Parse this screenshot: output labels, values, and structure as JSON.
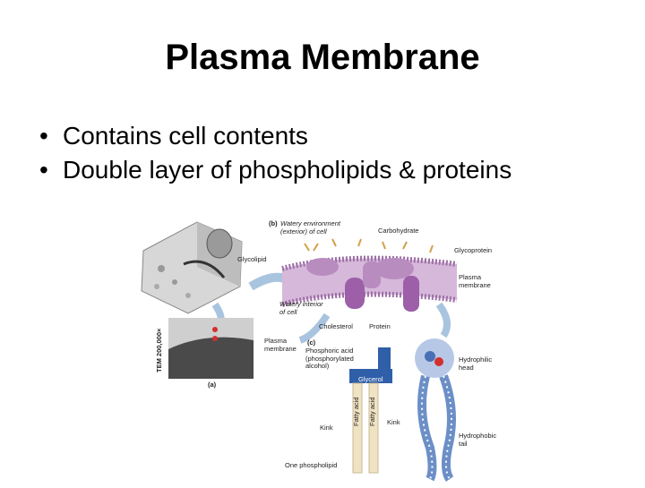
{
  "slide": {
    "title": "Plasma Membrane",
    "bullets": [
      "Contains cell contents",
      "Double layer of phospholipids & proteins"
    ]
  },
  "figure": {
    "labels": {
      "panel_b": "(b)",
      "watery_env": "Watery environment\n(exterior) of cell",
      "carbohydrate": "Carbohydrate",
      "glycoprotein": "Glycoprotein",
      "glycolipid": "Glycolipid",
      "plasma_membrane_b": "Plasma\nmembrane",
      "watery_interior": "Watery interior\nof cell",
      "cholesterol": "Cholesterol",
      "protein": "Protein",
      "tem": "TEM 200,000×",
      "plasma_membrane_a": "Plasma\nmembrane",
      "panel_a": "(a)",
      "panel_c": "(c)",
      "phosphoric_acid": "Phosphoric acid\n(phosphorylated\nalcohol)",
      "glycerol": "Glycerol",
      "fatty_acid_1": "Fatty acid",
      "fatty_acid_2": "Fatty acid",
      "kink_1": "Kink",
      "kink_2": "Kink",
      "one_phospholipid": "One phospholipid",
      "hydrophilic_head": "Hydrophilic\nhead",
      "hydrophobic_tail": "Hydrophobic\ntail"
    },
    "colors": {
      "membrane_purple": "#b98cc0",
      "protein_purple": "#9c5fa8",
      "glycerol_blue": "#2f5fa8",
      "fatty_acid_tan": "#efe3c4",
      "head_blue": "#4a6fb5"
    }
  }
}
